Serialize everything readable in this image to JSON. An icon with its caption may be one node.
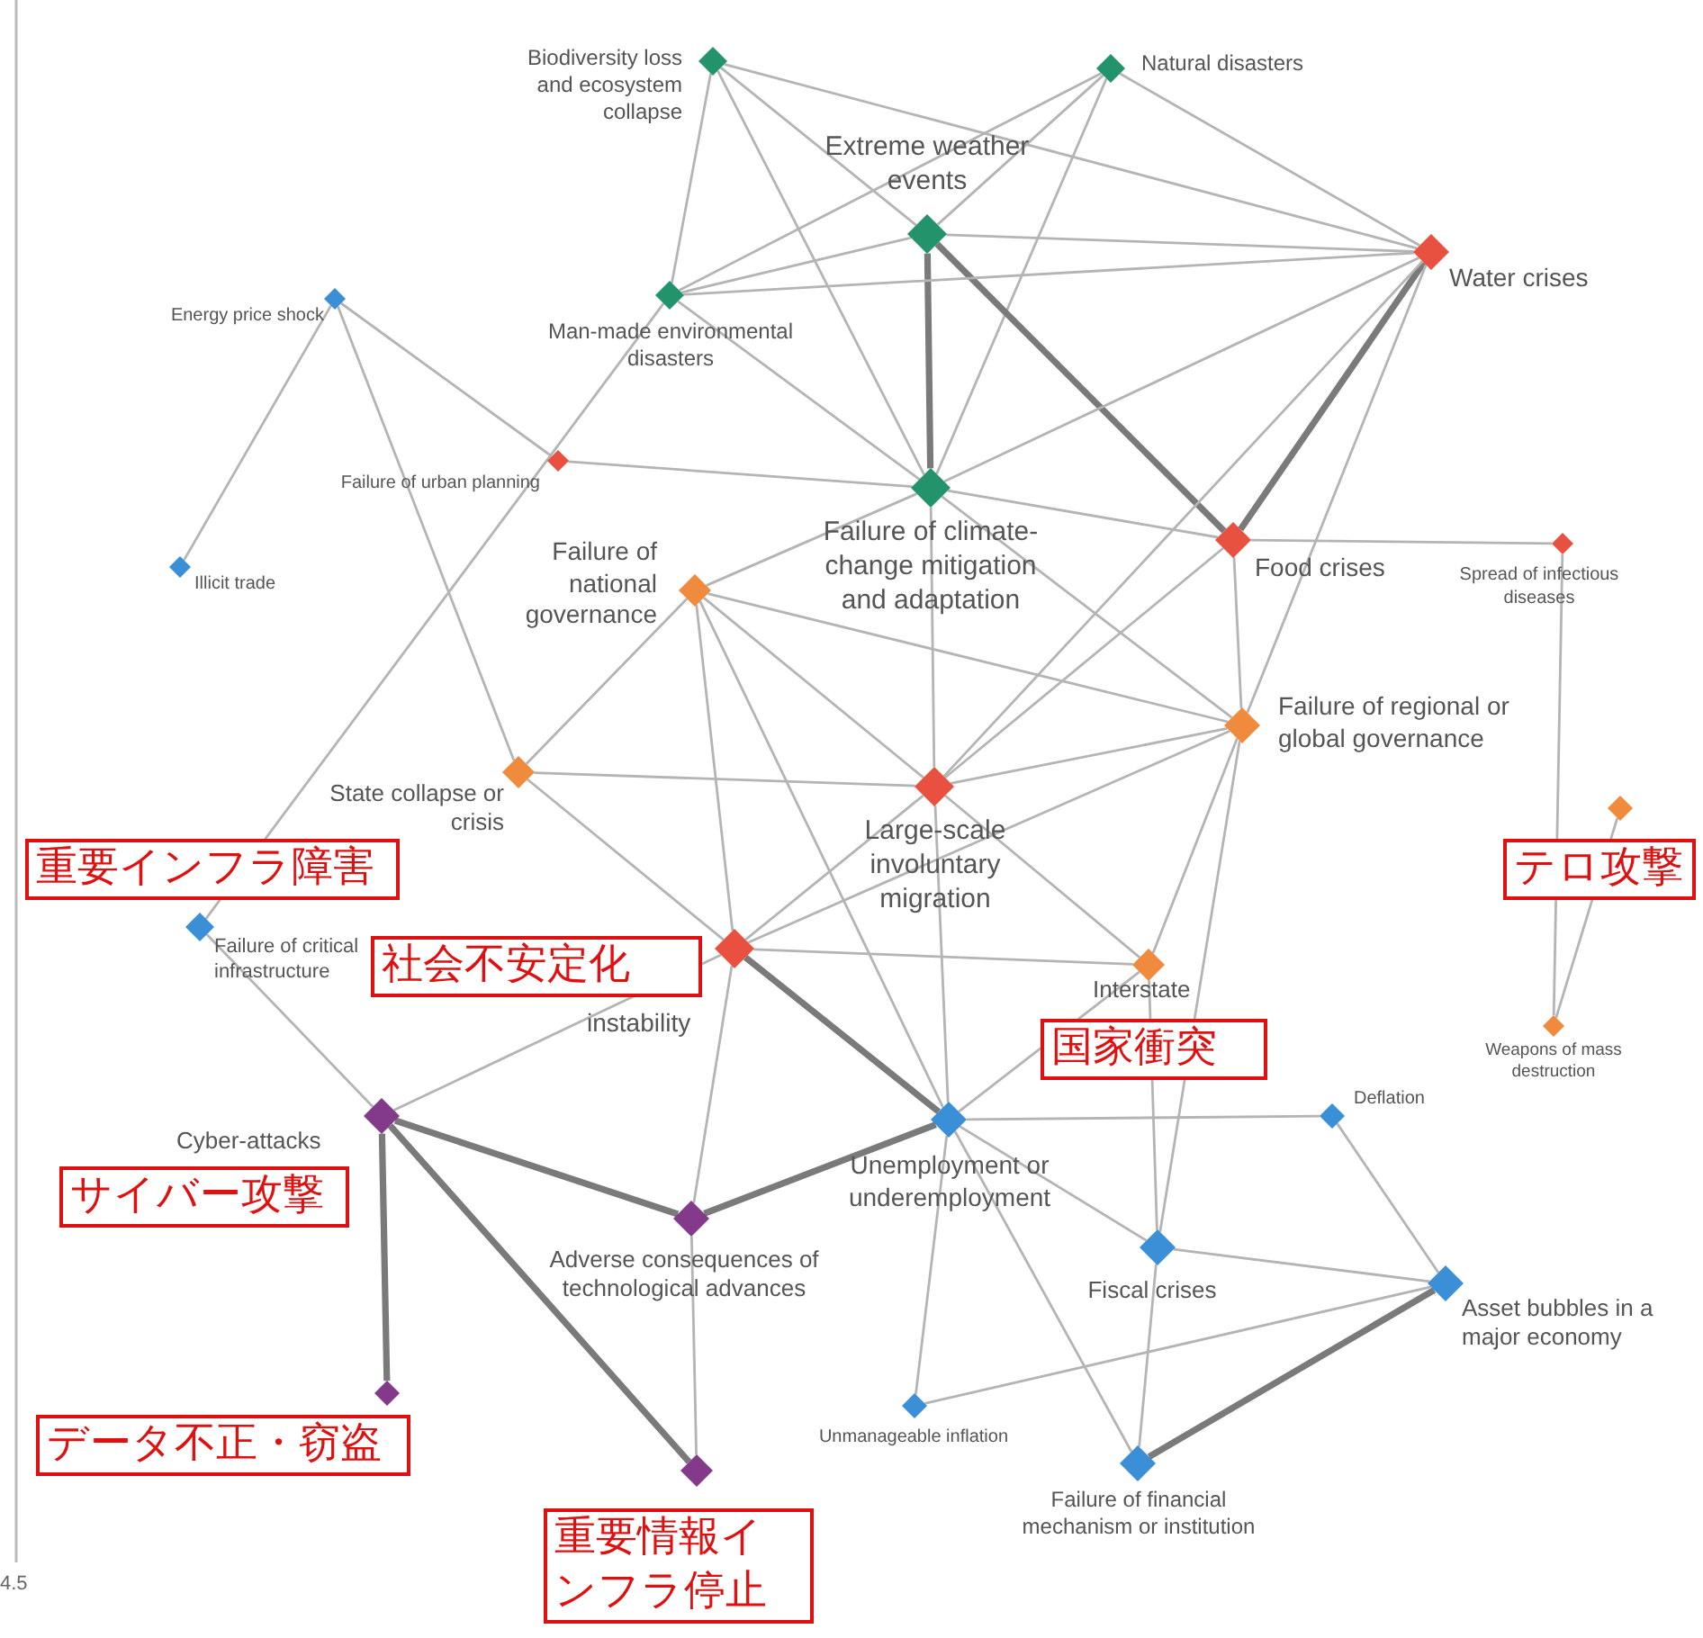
{
  "diagram": {
    "nodes": [
      {
        "text": [],
        "shape": "diamond",
        "beside": [
          "Biodiversity loss and ecosystem collapse"
        ]
      },
      {
        "text": [],
        "shape": "diamond",
        "beside": [
          "Natural disasters"
        ]
      },
      {
        "text": [],
        "shape": "diamond",
        "beside": [
          "Extreme weather events"
        ]
      },
      {
        "text": [],
        "shape": "diamond",
        "beside": [
          "Water crises"
        ]
      },
      {
        "text": [],
        "shape": "diamond",
        "beside": [
          "Energy price shock"
        ]
      },
      {
        "text": [],
        "shape": "diamond",
        "beside": [
          "Man-made environmental disasters"
        ]
      },
      {
        "text": [],
        "shape": "diamond",
        "beside": [
          "Failure of urban planning"
        ]
      },
      {
        "text": [],
        "shape": "diamond",
        "beside": [
          "Failure of climate-change mitigation and adaptation"
        ]
      },
      {
        "text": [],
        "shape": "diamond",
        "beside": [
          "Food crises"
        ]
      },
      {
        "text": [],
        "shape": "diamond",
        "beside": [
          "Spread of infectious diseases"
        ]
      },
      {
        "text": [],
        "shape": "diamond",
        "beside": [
          "Illicit trade"
        ]
      },
      {
        "text": [],
        "shape": "diamond",
        "beside": [
          "Failure of national governance"
        ]
      },
      {
        "text": [],
        "shape": "diamond",
        "beside": [
          "Failure of regional or global governance"
        ]
      },
      {
        "text": [],
        "shape": "diamond",
        "beside": [
          "State collapse or crisis"
        ]
      },
      {
        "text": [],
        "shape": "diamond",
        "beside": [
          "Large-scale involuntary migration"
        ]
      },
      {
        "text": [],
        "shape": "diamond",
        "beside": [
          "テロ攻撃"
        ]
      },
      {
        "text": [],
        "shape": "diamond",
        "beside": [
          "重要インフラ障害",
          "Failure of critical infrastructure"
        ]
      },
      {
        "text": [],
        "shape": "diamond",
        "beside": [
          "社会不安定化",
          "instability"
        ]
      },
      {
        "text": [],
        "shape": "diamond",
        "beside": [
          "Interstate",
          "国家衝突"
        ]
      },
      {
        "text": [],
        "shape": "diamond",
        "beside": [
          "Weapons of mass destruction"
        ]
      },
      {
        "text": [],
        "shape": "diamond",
        "beside": [
          "Cyber-attacks",
          "サイバー攻撃"
        ]
      },
      {
        "text": [],
        "shape": "diamond",
        "beside": [
          "Unemployment or underemployment"
        ]
      },
      {
        "text": [],
        "shape": "diamond",
        "beside": [
          "Deflation"
        ]
      },
      {
        "text": [],
        "shape": "diamond",
        "beside": [
          "Adverse consequences of technological advances"
        ]
      },
      {
        "text": [],
        "shape": "diamond",
        "beside": [
          "Fiscal crises"
        ]
      },
      {
        "text": [],
        "shape": "diamond",
        "beside": [
          "Asset bubbles in a major economy"
        ]
      },
      {
        "text": [],
        "shape": "diamond",
        "beside": [
          "データ不正・窃盗"
        ]
      },
      {
        "text": [],
        "shape": "diamond",
        "beside": [
          "Unmanageable inflation"
        ]
      },
      {
        "text": [],
        "shape": "diamond",
        "beside": [
          "Failure of financial mechanism or institution"
        ]
      },
      {
        "text": [],
        "shape": "diamond",
        "beside": [
          "重要情報インフラ停止"
        ]
      }
    ],
    "edges": [
      {
        "from": 0,
        "to": 2,
        "arrow": "none"
      },
      {
        "from": 0,
        "to": 5,
        "arrow": "none"
      },
      {
        "from": 0,
        "to": 7,
        "arrow": "none"
      },
      {
        "from": 0,
        "to": 3,
        "arrow": "none"
      },
      {
        "from": 1,
        "to": 2,
        "arrow": "none"
      },
      {
        "from": 1,
        "to": 7,
        "arrow": "none"
      },
      {
        "from": 1,
        "to": 3,
        "arrow": "none"
      },
      {
        "from": 1,
        "to": 5,
        "arrow": "none"
      },
      {
        "from": 2,
        "to": 5,
        "arrow": "none"
      },
      {
        "from": 2,
        "to": 7,
        "arrow": "none",
        "style": "thick"
      },
      {
        "from": 2,
        "to": 3,
        "arrow": "none"
      },
      {
        "from": 2,
        "to": 8,
        "arrow": "none",
        "style": "thick"
      },
      {
        "from": 5,
        "to": 3,
        "arrow": "none"
      },
      {
        "from": 5,
        "to": 7,
        "arrow": "none"
      },
      {
        "from": 3,
        "to": 8,
        "arrow": "none",
        "style": "thick"
      },
      {
        "from": 3,
        "to": 7,
        "arrow": "none"
      },
      {
        "from": 3,
        "to": 12,
        "arrow": "none"
      },
      {
        "from": 3,
        "to": 14,
        "arrow": "none"
      },
      {
        "from": 7,
        "to": 8,
        "arrow": "none"
      },
      {
        "from": 7,
        "to": 12,
        "arrow": "none"
      },
      {
        "from": 7,
        "to": 14,
        "arrow": "none"
      },
      {
        "from": 7,
        "to": 11,
        "arrow": "none"
      },
      {
        "from": 8,
        "to": 12,
        "arrow": "none"
      },
      {
        "from": 8,
        "to": 14,
        "arrow": "none"
      },
      {
        "from": 8,
        "to": 9,
        "arrow": "none"
      },
      {
        "from": 4,
        "to": 6,
        "arrow": "none"
      },
      {
        "from": 4,
        "to": 13,
        "arrow": "none"
      },
      {
        "from": 4,
        "to": 10,
        "arrow": "none"
      },
      {
        "from": 6,
        "to": 7,
        "arrow": "none"
      },
      {
        "from": 11,
        "to": 14,
        "arrow": "none"
      },
      {
        "from": 11,
        "to": 17,
        "arrow": "none"
      },
      {
        "from": 11,
        "to": 21,
        "arrow": "none"
      },
      {
        "from": 11,
        "to": 13,
        "arrow": "none"
      },
      {
        "from": 11,
        "to": 12,
        "arrow": "none"
      },
      {
        "from": 12,
        "to": 14,
        "arrow": "none"
      },
      {
        "from": 12,
        "to": 18,
        "arrow": "none"
      },
      {
        "from": 12,
        "to": 17,
        "arrow": "none"
      },
      {
        "from": 13,
        "to": 14,
        "arrow": "none"
      },
      {
        "from": 13,
        "to": 17,
        "arrow": "none"
      },
      {
        "from": 14,
        "to": 17,
        "arrow": "none"
      },
      {
        "from": 14,
        "to": 21,
        "arrow": "none"
      },
      {
        "from": 14,
        "to": 18,
        "arrow": "none"
      },
      {
        "from": 15,
        "to": 19,
        "arrow": "none"
      },
      {
        "from": 16,
        "to": 20,
        "arrow": "none"
      },
      {
        "from": 16,
        "to": 5,
        "arrow": "none"
      },
      {
        "from": 17,
        "to": 21,
        "arrow": "none",
        "style": "thick"
      },
      {
        "from": 17,
        "to": 23,
        "arrow": "none"
      },
      {
        "from": 17,
        "to": 20,
        "arrow": "none"
      },
      {
        "from": 17,
        "to": 18,
        "arrow": "none"
      },
      {
        "from": 18,
        "to": 21,
        "arrow": "none"
      },
      {
        "from": 18,
        "to": 24,
        "arrow": "none"
      },
      {
        "from": 20,
        "to": 23,
        "arrow": "none",
        "style": "thick"
      },
      {
        "from": 20,
        "to": 26,
        "arrow": "none",
        "style": "thick"
      },
      {
        "from": 20,
        "to": 29,
        "arrow": "none",
        "style": "thick"
      },
      {
        "from": 23,
        "to": 21,
        "arrow": "none",
        "style": "thick"
      },
      {
        "from": 23,
        "to": 29,
        "arrow": "none"
      },
      {
        "from": 21,
        "to": 24,
        "arrow": "none"
      },
      {
        "from": 21,
        "to": 22,
        "arrow": "none"
      },
      {
        "from": 22,
        "to": 25,
        "arrow": "none"
      },
      {
        "from": 24,
        "to": 25,
        "arrow": "none"
      },
      {
        "from": 24,
        "to": 28,
        "arrow": "none"
      },
      {
        "from": 25,
        "to": 28,
        "arrow": "none",
        "style": "thick"
      },
      {
        "from": 21,
        "to": 28,
        "arrow": "none"
      },
      {
        "from": 27,
        "to": 25,
        "arrow": "none"
      },
      {
        "from": 27,
        "to": 21,
        "arrow": "none"
      },
      {
        "from": 12,
        "to": 24,
        "arrow": "none"
      },
      {
        "from": 9,
        "to": 19,
        "arrow": "none"
      }
    ],
    "labels": [
      "4.5"
    ]
  }
}
